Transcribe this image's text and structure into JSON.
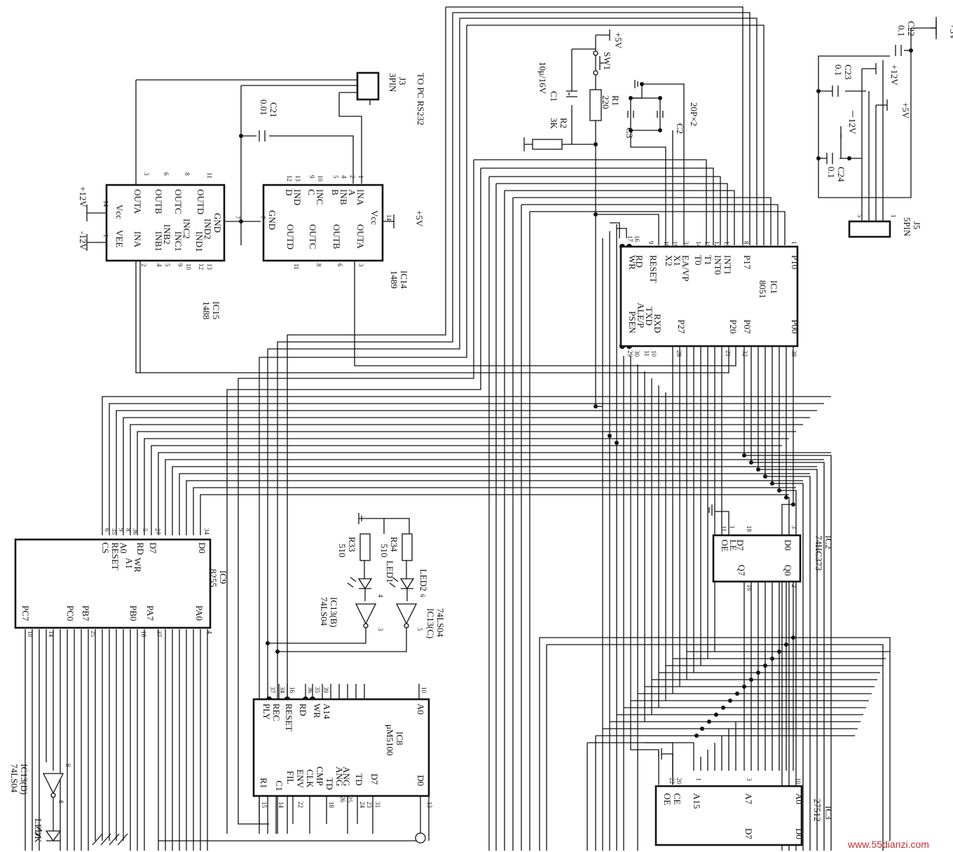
{
  "components": {
    "ic1": {
      "ref": "IC1",
      "part": "8051",
      "pins_top": [
        "RD",
        "WR",
        "RESET",
        "X2",
        "X1",
        "EA/VP",
        "T0",
        "T1",
        "INT0",
        "INT1",
        "P17",
        "P10"
      ],
      "pins_bottom": [
        "PSEN",
        "ALE/P",
        "TXD",
        "RXD",
        "P27",
        "P20",
        "P07",
        "P00"
      ],
      "pin_nums": [
        "17",
        "16",
        "9",
        "18",
        "19",
        "31",
        "14",
        "15",
        "12",
        "13",
        "8",
        "1",
        "29",
        "30",
        "11",
        "10",
        "28",
        "21",
        "32",
        "39"
      ]
    },
    "ic2": {
      "ref": "IC2",
      "part": "74HC373",
      "pins": [
        "OE",
        "LE",
        "D7",
        "Q7",
        "D0",
        "Q0"
      ],
      "pin_nums": [
        "1",
        "11",
        "18",
        "19",
        "3",
        "2"
      ]
    },
    "ic3": {
      "ref": "IC3",
      "part": "27512",
      "pins": [
        "CE",
        "OE",
        "A15",
        "A7",
        "A0",
        "D7",
        "D0"
      ],
      "pin_nums": [
        "20",
        "22",
        "1",
        "3",
        "10"
      ]
    },
    "ic8": {
      "ref": "IC8",
      "part": "μM5100",
      "pins": [
        "REC",
        "PLY",
        "RESET",
        "RD",
        "WR",
        "A14",
        "A0",
        "R1",
        "C1",
        "FIL",
        "ENV",
        "CLK",
        "CMP",
        "ANG",
        "ANG",
        "TD",
        "TD",
        "D7",
        "D0"
      ],
      "pin_nums": [
        "37",
        "34",
        "16",
        "36",
        "35",
        "39",
        "10",
        "15",
        "14",
        "22",
        "18",
        "26",
        "25",
        "24",
        "23",
        "31",
        "13"
      ]
    },
    "ic9": {
      "ref": "IC9",
      "part": "8255",
      "pins": [
        "CS",
        "RESET",
        "A0",
        "A1",
        "WR",
        "RD",
        "D7",
        "D0",
        "PC7",
        "PC0",
        "PB7",
        "PB0",
        "PA7",
        "PA0"
      ],
      "pin_nums": [
        "6",
        "35",
        "9",
        "8",
        "36",
        "5",
        "27",
        "34",
        "10",
        "14",
        "25",
        "18",
        "37",
        "4"
      ]
    },
    "ic13": {
      "part": "74LS04",
      "gate_b": "IC13(B)",
      "gate_c": "IC13(C)",
      "gate_d": "IC13(D)",
      "pins": [
        "4",
        "3",
        "6",
        "5",
        "9",
        "8"
      ]
    },
    "ic14": {
      "ref": "IC14",
      "part": "1489",
      "pins": [
        "INA",
        "A",
        "INB",
        "B",
        "INC",
        "C",
        "IND",
        "D",
        "GND",
        "OUTD",
        "OUTC",
        "OUTB",
        "OUTA",
        "Vcc"
      ],
      "pin_nums": [
        "1",
        "2",
        "4",
        "5",
        "10",
        "9",
        "13",
        "12",
        "7",
        "11",
        "8",
        "6",
        "3",
        "14"
      ]
    },
    "ic15": {
      "ref": "IC15",
      "part": "1488",
      "pins": [
        "GND",
        "OUTD",
        "IND2",
        "IND1",
        "OUTC",
        "INC2",
        "INC1",
        "OUTB",
        "INB2",
        "INB1",
        "OUTA",
        "INA",
        "Vcc",
        "VEE"
      ],
      "pin_nums": [
        "7",
        "11",
        "13",
        "12",
        "8",
        "10",
        "9",
        "6",
        "5",
        "4",
        "3",
        "2",
        "14",
        "1"
      ]
    },
    "j3": {
      "ref": "J3",
      "part": "3PIN",
      "note": "TO PC RS232"
    },
    "j5": {
      "ref": "J5",
      "part": "5PIN",
      "pin_nums": [
        "5",
        "1"
      ]
    },
    "r1": {
      "ref": "R1",
      "value": "220"
    },
    "r2": {
      "ref": "R2",
      "value": "3K"
    },
    "r33": {
      "ref": "R33",
      "value": "510"
    },
    "r34": {
      "ref": "R34",
      "value": "510"
    },
    "c1": {
      "ref": "C1",
      "value": "10μ/16V"
    },
    "c2c3": {
      "ref_a": "C2",
      "ref_b": "C3",
      "value": "20P×2"
    },
    "c21": {
      "ref": "C21",
      "value": "0.01"
    },
    "c22": {
      "ref": "C22",
      "value": "0.1"
    },
    "c23": {
      "ref": "C23",
      "value": "0.1"
    },
    "c24": {
      "ref": "C24",
      "value": "0.1"
    },
    "sw1": {
      "ref": "SW1"
    },
    "led1": {
      "ref": "LED1"
    },
    "led2": {
      "ref": "LED2"
    },
    "ledk": {
      "ref": "LEDK"
    }
  },
  "power": {
    "p5v": "+5V",
    "p12v": "+12V",
    "n12v": "-12V",
    "p12v_b": "+12V",
    "n12v_b": "－12V"
  },
  "watermark": "www.55dianzi.com"
}
